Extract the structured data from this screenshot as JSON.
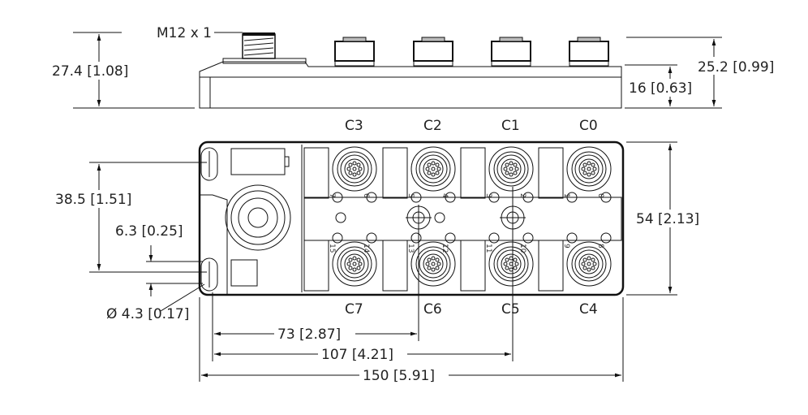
{
  "side_view": {
    "height_total": "27.4 [1.08]",
    "thread": "M12 x 1",
    "height_ports": "25.2 [0.99]",
    "height_body": "16 [0.63]"
  },
  "top_view": {
    "ports_top": [
      "C3",
      "C2",
      "C1",
      "C0"
    ],
    "ports_bottom": [
      "C7",
      "C6",
      "C5",
      "C4"
    ],
    "pins_top": [
      [
        "7",
        "6"
      ],
      [
        "5",
        "4"
      ],
      [
        "3",
        "2"
      ],
      [
        "1",
        "0"
      ]
    ],
    "pins_bottom": [
      [
        "15",
        "14"
      ],
      [
        "13",
        "12"
      ],
      [
        "11",
        "10"
      ],
      [
        "9",
        "8"
      ]
    ],
    "width": "54 [2.13]",
    "hole_spacing": "38.5 [1.51]",
    "hole_offset": "6.3 [0.25]",
    "hole_diameter": "Ø 4.3 [0.17]",
    "dim_73": "73 [2.87]",
    "dim_107": "107 [4.21]",
    "dim_150": "150 [5.91]"
  }
}
